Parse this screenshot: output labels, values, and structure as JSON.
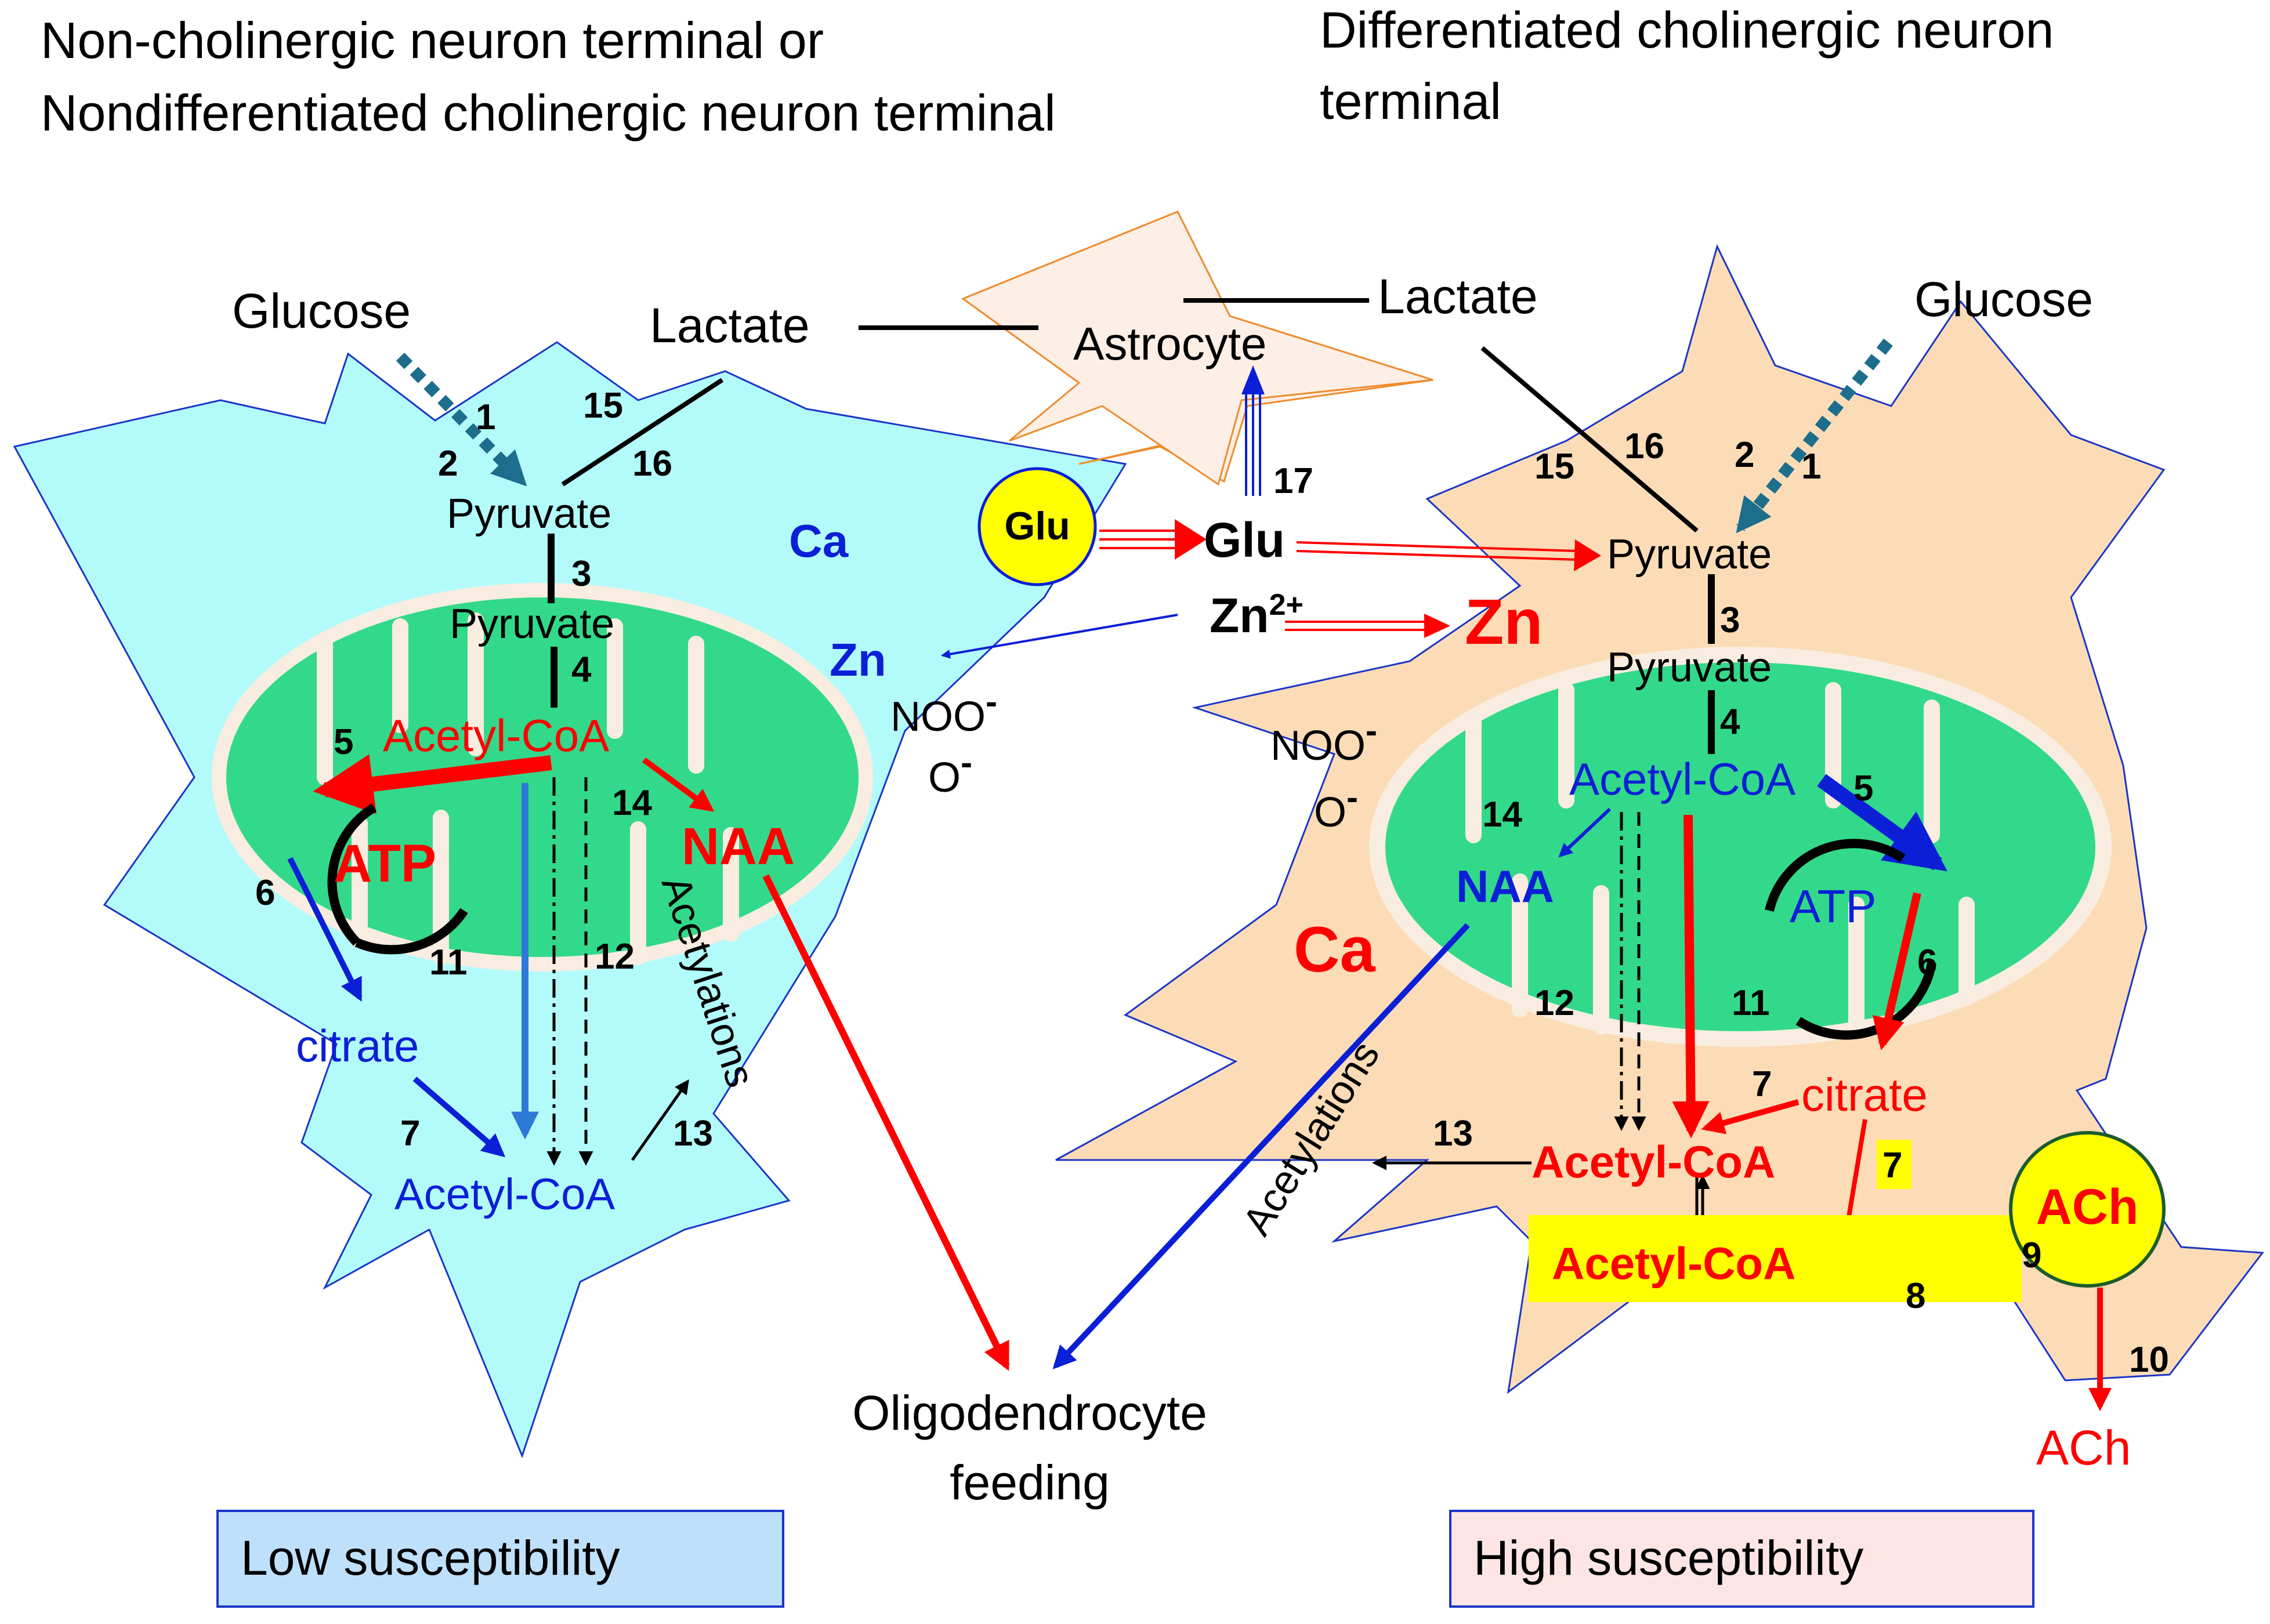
{
  "headers": {
    "left_line1": "Non-cholinergic neuron terminal or",
    "left_line2": "Nondifferentiated cholinergic neuron terminal",
    "right_line1": "Differentiated  cholinergic neuron",
    "right_line2": "terminal"
  },
  "center": {
    "astrocyte": "Astrocyte",
    "lactate_left": "Lactate",
    "lactate_right": "Lactate",
    "glu_vesicle": "Glu",
    "glu": "Glu",
    "zn2": "Zn",
    "zn2_sup": "2+",
    "oligo_line1": "Oligodendrocyte",
    "oligo_line2": "feeding"
  },
  "left_cell": {
    "glucose": "Glucose",
    "pyruvate_cyto": "Pyruvate",
    "pyruvate_mito": "Pyruvate",
    "acetyl_coa_mito": "Acetyl-CoA",
    "atp": "ATP",
    "naa": "NAA",
    "citrate": "citrate",
    "acetyl_coa_cyto": "Acetyl-CoA",
    "acetylations": "Acetylations",
    "ca": "Ca",
    "zn": "Zn",
    "noo": "NOO",
    "noo_sup": "-",
    "o": "O",
    "o_sup": "-",
    "label": "Low susceptibility"
  },
  "right_cell": {
    "glucose": "Glucose",
    "pyruvate_cyto": "Pyruvate",
    "pyruvate_mito": "Pyruvate",
    "acetyl_coa_mito": "Acetyl-CoA",
    "atp": "ATP",
    "naa": "NAA",
    "citrate": "citrate",
    "acetyl_coa_cyto": "Acetyl-CoA",
    "acetyl_coa_highlight": "Acetyl-CoA",
    "acetylations": "Acetylations",
    "ach_vesicle": "ACh",
    "ach_released": "ACh",
    "ca": "Ca",
    "zn": "Zn",
    "noo": "NOO",
    "noo_sup": "-",
    "o": "O",
    "o_sup": "-",
    "label": "High susceptibility"
  },
  "step_numbers": {
    "l1": "1",
    "l2": "2",
    "l3": "3",
    "l4": "4",
    "l5": "5",
    "l6": "6",
    "l7": "7",
    "l11": "11",
    "l12": "12",
    "l13": "13",
    "l14": "14",
    "l15": "15",
    "l16": "16",
    "c17": "17",
    "r1": "1",
    "r2": "2",
    "r3": "3",
    "r4": "4",
    "r5": "5",
    "r6": "6",
    "r7a": "7",
    "r7b": "7",
    "r8": "8",
    "r9": "9",
    "r10": "10",
    "r11": "11",
    "r12": "12",
    "r13": "13",
    "r14": "14",
    "r15": "15",
    "r16": "16"
  },
  "colors": {
    "left_cell_fill": "#b3fbfb",
    "right_cell_fill": "#fcdcb6",
    "astrocyte_fill": "#fdefe6",
    "astrocyte_stroke": "#ef8b2c",
    "mito_fill": "#33d98a",
    "mito_rim": "#f8ede0",
    "red": "#ff0000",
    "blue": "#0b1fd6",
    "teal": "#1c6e8c",
    "yellow": "#ffff00",
    "low_box": "#bfe0fb",
    "high_box": "#fde5e5"
  }
}
